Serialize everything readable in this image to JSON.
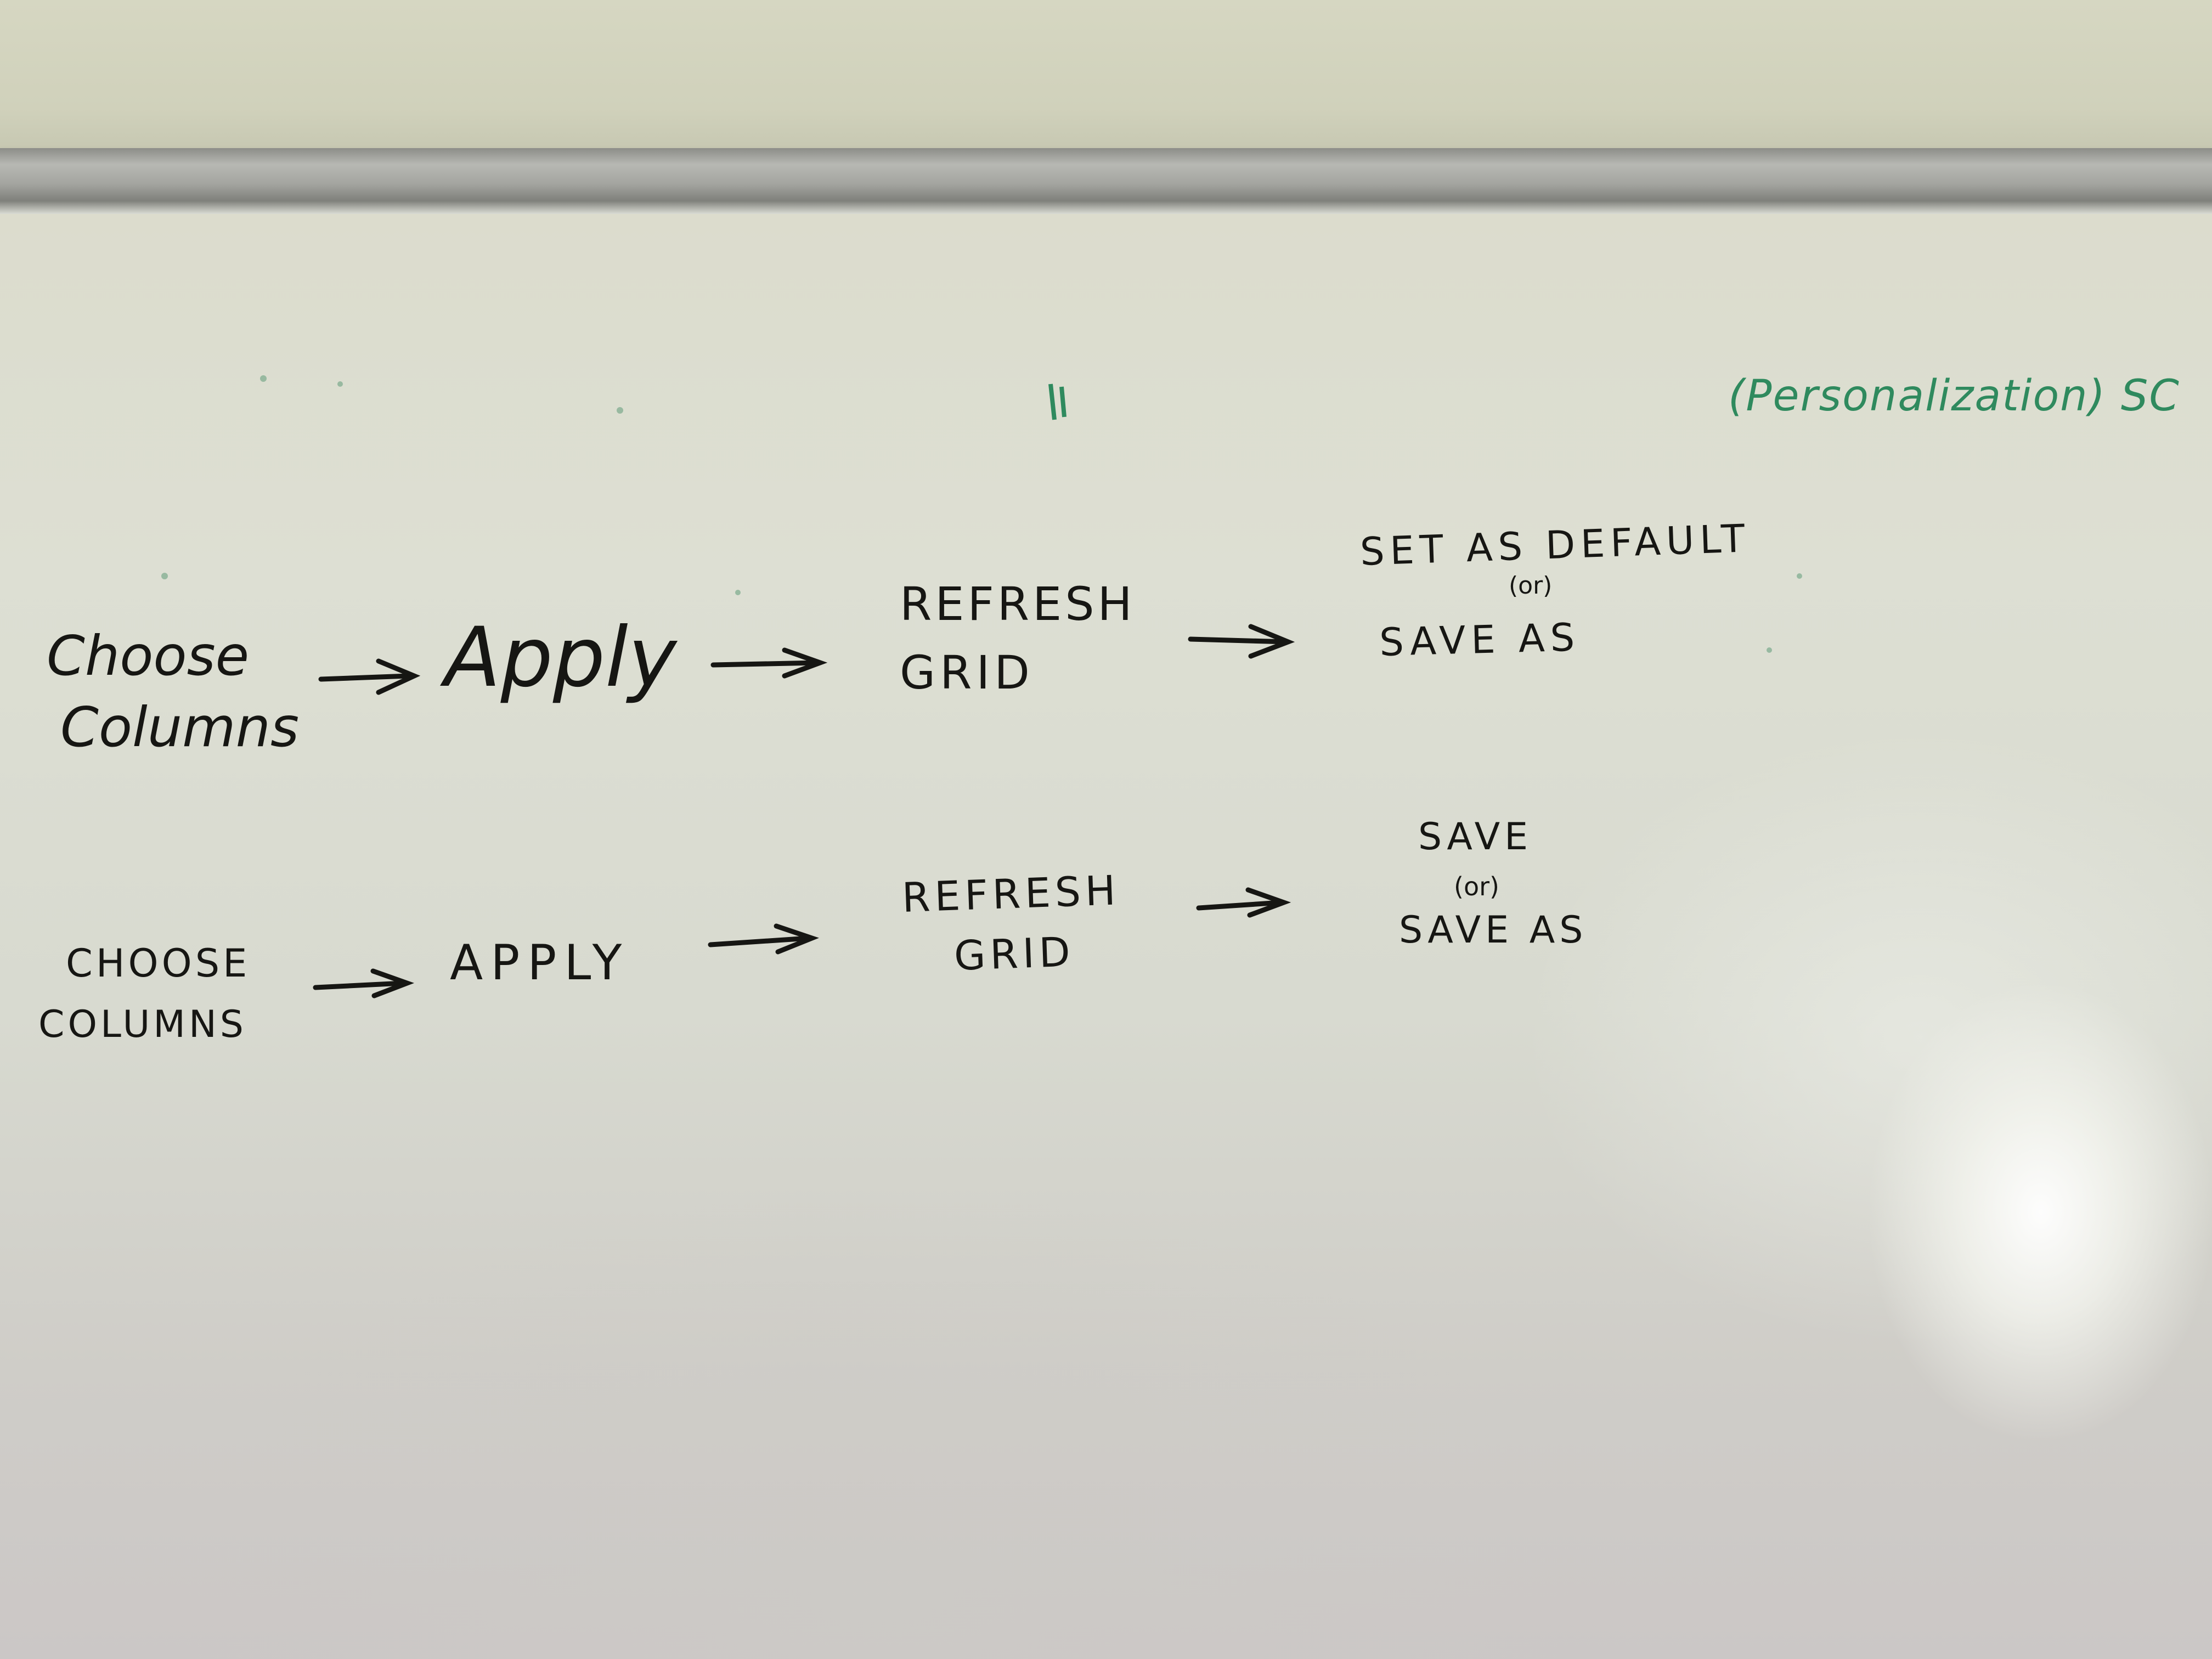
{
  "board": {
    "top_green_text": "(Personalization) SC",
    "flow_handwritten": {
      "step1_line1": "Choose",
      "step1_line2": "Columns",
      "step2": "Apply",
      "step3_line1": "REFRESH",
      "step3_line2": "GRID",
      "step4_line1": "SET AS DEFAULT",
      "step4_line2": "(or)",
      "step4_line3": "SAVE AS"
    },
    "flow_caps": {
      "step1_line1": "CHOOSE",
      "step1_line2": "COLUMNS",
      "step2": "APPLY",
      "step3_line1": "REFRESH",
      "step3_line2": "GRID",
      "step4_line1": "SAVE",
      "step4_line2": "(or)",
      "step4_line3": "SAVE AS"
    }
  },
  "colors": {
    "ink_black": "#161613",
    "ink_green": "#2f8a5e",
    "board_white": "#dddfd3"
  }
}
